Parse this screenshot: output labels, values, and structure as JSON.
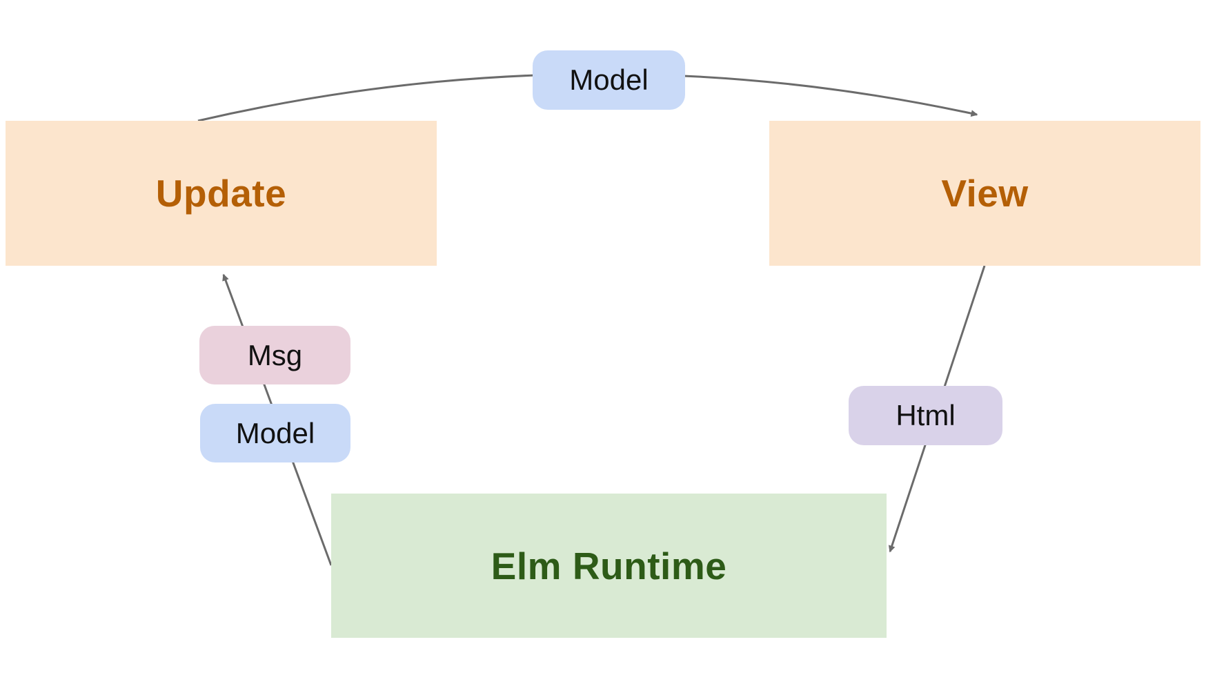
{
  "diagram": {
    "nodes": {
      "update": {
        "label": "Update"
      },
      "view": {
        "label": "View"
      },
      "runtime": {
        "label": "Elm Runtime"
      }
    },
    "badges": {
      "model_top": {
        "label": "Model"
      },
      "msg": {
        "label": "Msg"
      },
      "model_left": {
        "label": "Model"
      },
      "html": {
        "label": "Html"
      }
    },
    "flows": [
      {
        "from": "Update",
        "to": "View",
        "via_labels": [
          "Model"
        ]
      },
      {
        "from": "Elm Runtime",
        "to": "Update",
        "via_labels": [
          "Model",
          "Msg"
        ]
      },
      {
        "from": "View",
        "to": "Elm Runtime",
        "via_labels": [
          "Html"
        ]
      }
    ],
    "colors": {
      "node_orange_bg": "#fce5cd",
      "node_orange_text": "#b45f06",
      "node_green_bg": "#d9ead3",
      "node_green_text": "#2d5b17",
      "badge_blue": "#c9daf8",
      "badge_pink": "#ead1dc",
      "badge_purple": "#d9d2e9",
      "badge_text": "#111111",
      "arrow": "#6b6b6b",
      "background": "#ffffff"
    }
  }
}
